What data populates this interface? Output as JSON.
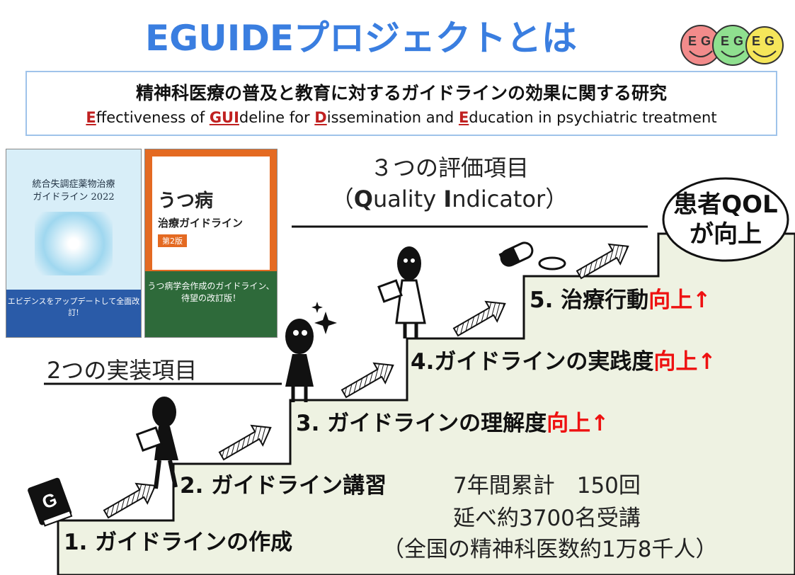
{
  "title": "EGUIDEプロジェクトとは",
  "logo": {
    "letters": [
      "E",
      "G",
      "E",
      "G",
      "E",
      "G"
    ],
    "colors": [
      "#f28b8b",
      "#8fe08f",
      "#f5e65a"
    ]
  },
  "banner": {
    "jp": "精神科医療の普及と教育に対するガイドラインの効果に関する研究",
    "en_parts": [
      {
        "t": "E",
        "h": true
      },
      {
        "t": "ffectiveness of ",
        "h": false
      },
      {
        "t": "GUI",
        "h": true
      },
      {
        "t": "deline for ",
        "h": false
      },
      {
        "t": "D",
        "h": true
      },
      {
        "t": "issemination and ",
        "h": false
      },
      {
        "t": "E",
        "h": true
      },
      {
        "t": "ducation in psychiatric treatment",
        "h": false
      }
    ]
  },
  "qi": {
    "line1": "３つの評価項目",
    "open": "（",
    "q_bold": "Q",
    "uality": "uality ",
    "i_bold": "I",
    "ndicator": "ndicator",
    "close": "）"
  },
  "impl_label": "2つの実装項目",
  "goal": {
    "line1": "患者QOL",
    "line2": "が向上"
  },
  "steps": [
    {
      "text": "1. ガイドラインの作成",
      "red": ""
    },
    {
      "text": "2. ガイドライン講習",
      "red": ""
    },
    {
      "text": "3. ガイドラインの理解度",
      "red": "向上↑"
    },
    {
      "text": "4.ガイドラインの実践度",
      "red": "向上↑"
    },
    {
      "text": "5. 治療行動",
      "red": "向上↑"
    }
  ],
  "stats": {
    "line1": "7年間累計　150回",
    "line2": "延べ約3700名受講",
    "line3": "（全国の精神科医数約1万8千人）"
  },
  "book1": {
    "title_line1": "統合失調症薬物治療",
    "title_line2": "ガイドライン 2022",
    "band": "エビデンスをアップデートして全面改訂!",
    "colors": {
      "band": "#2a5ba8",
      "sky": "#d8eef8"
    }
  },
  "book2": {
    "title_line1": "うつ病",
    "title_line2": "治療ガイドライン",
    "edition": "第2版",
    "band_line1": "うつ病学会作成のガイドライン、",
    "band_line2": "待望の改訂版！",
    "colors": {
      "band": "#2e6a3a",
      "top": "#e46a22"
    }
  },
  "guide_book_letter": "G",
  "colors": {
    "step_fill": "#eef2e2",
    "title": "#3a7ee0",
    "red": "#ee1111"
  }
}
